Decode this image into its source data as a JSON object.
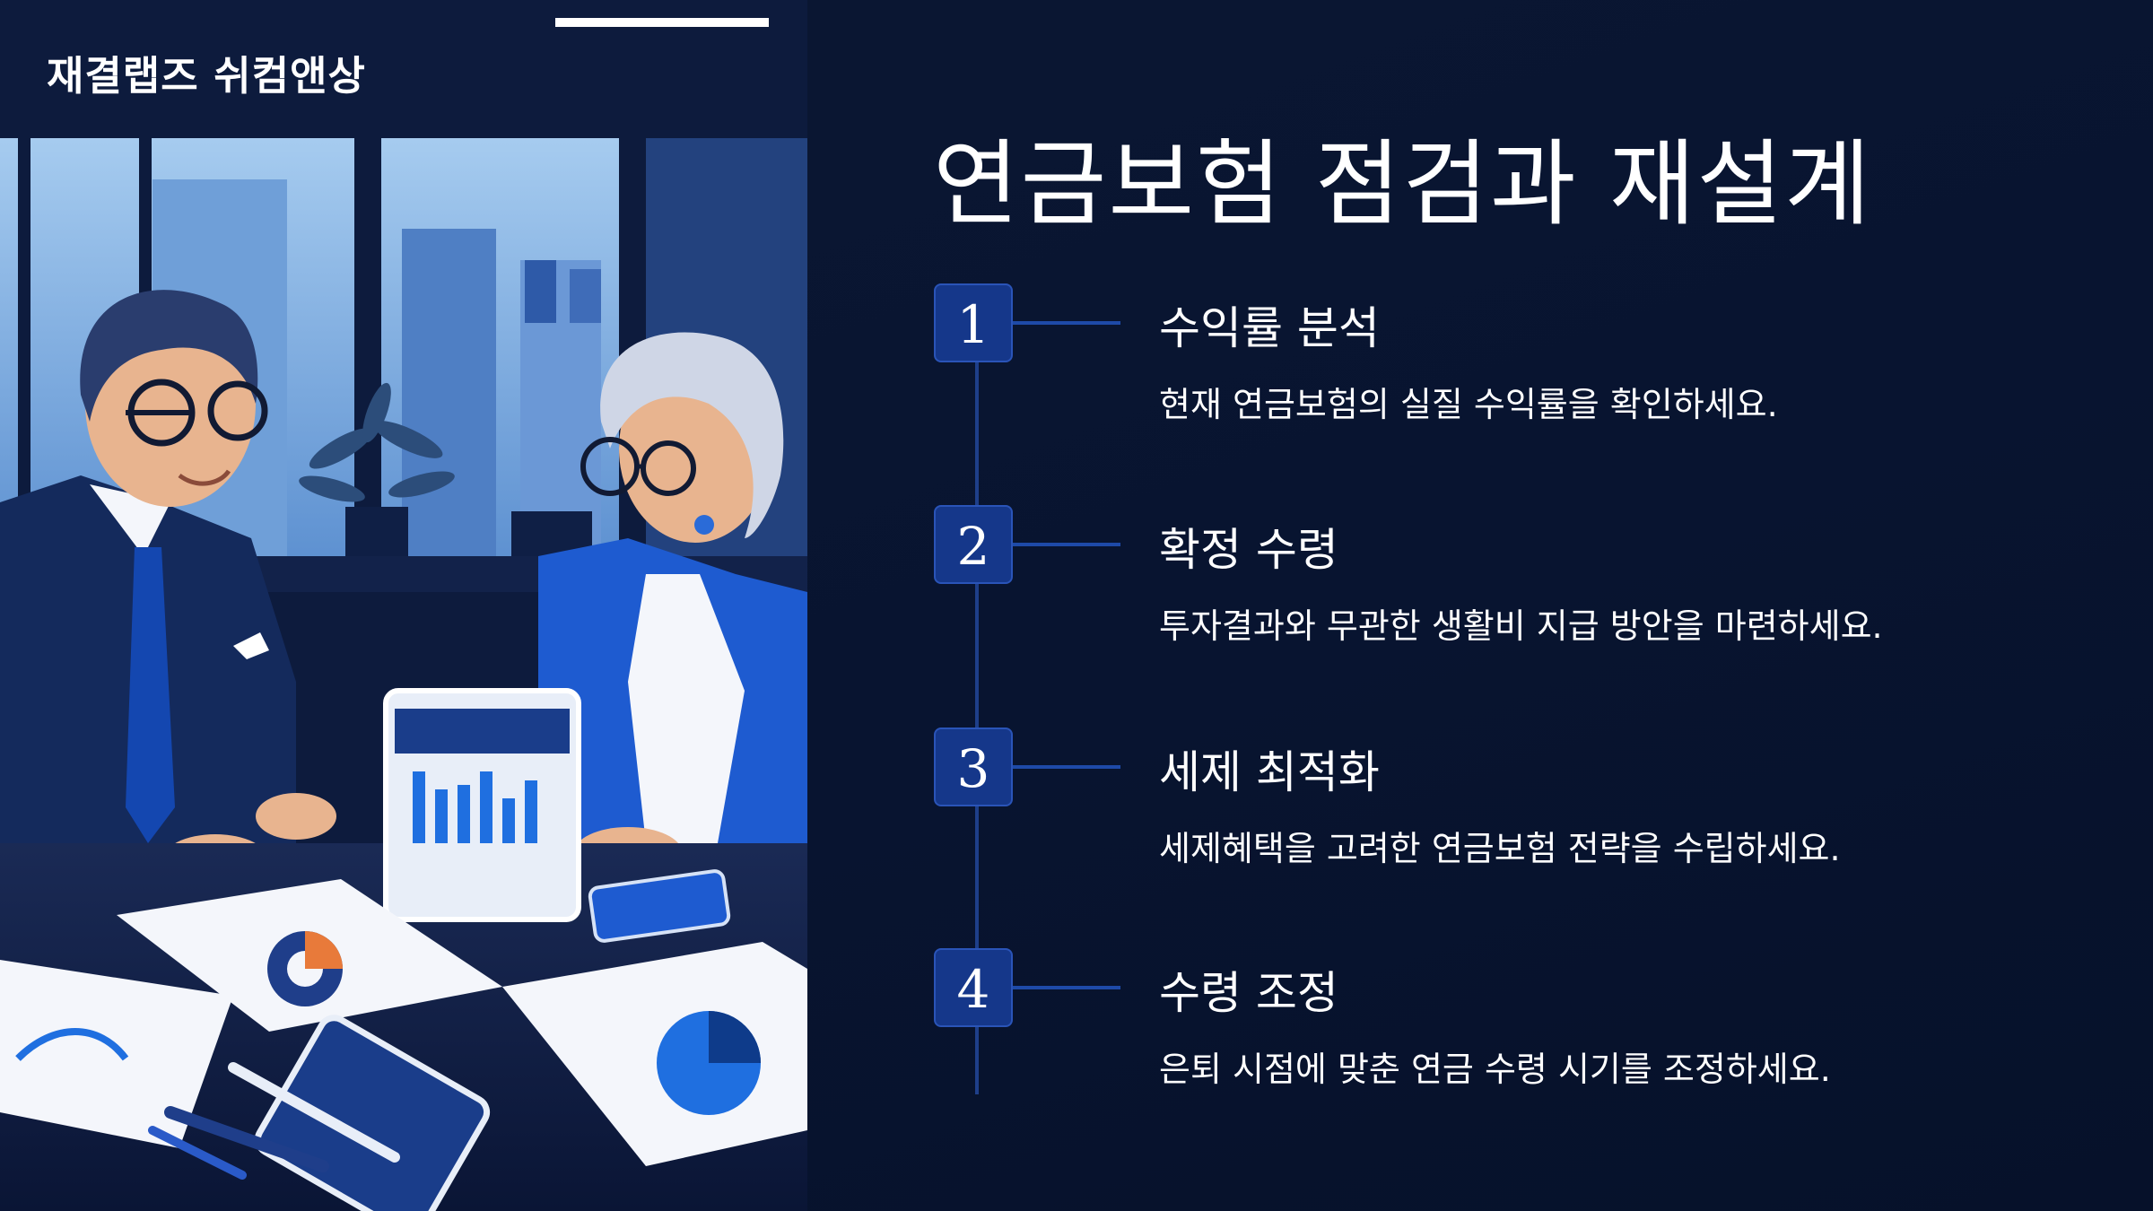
{
  "brand": {
    "text": "재결랩즈 쉬컴앤상"
  },
  "title": "연금보험 점검과 재설계",
  "steps": [
    {
      "number": "1",
      "heading": "수익률 분석",
      "description": "현재 연금보험의 실질 수익률을 확인하세요."
    },
    {
      "number": "2",
      "heading": "확정 수령",
      "description": "투자결과와 무관한 생활비 지급 방안을 마련하세요."
    },
    {
      "number": "3",
      "heading": "세제 최적화",
      "description": "세제혜택을 고려한 연금보험 전략을 수립하세요."
    },
    {
      "number": "4",
      "heading": "수령 조정",
      "description": "은퇴 시점에 맞춘 연금 수령 시기를 조정하세요."
    }
  ],
  "colors": {
    "background": "#081430",
    "accent": "#15378a",
    "line": "#1e3f8a",
    "text": "#ffffff"
  }
}
